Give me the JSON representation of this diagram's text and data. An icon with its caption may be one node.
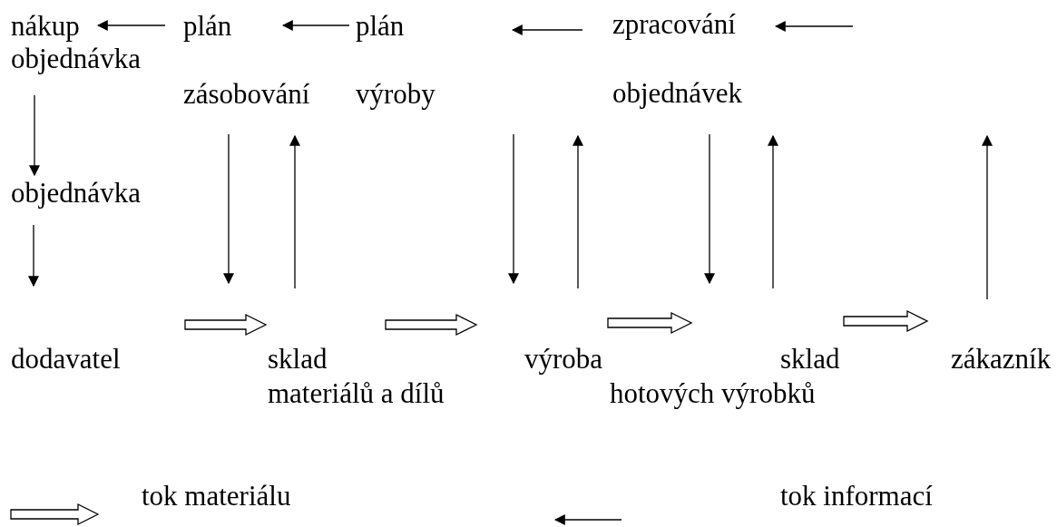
{
  "diagram": {
    "nodes": [
      {
        "text": [
          "nákup"
        ]
      },
      {
        "text": [
          "objednávka"
        ]
      },
      {
        "text": [
          "plán",
          "zásobování"
        ]
      },
      {
        "text": [
          "plán",
          "výroby"
        ]
      },
      {
        "text": [
          "zpracování",
          "objednávek"
        ]
      },
      {
        "text": [
          "objednávka"
        ]
      },
      {
        "text": [
          "dodavatel"
        ]
      },
      {
        "text": [
          "sklad",
          "materiálů a dílů"
        ]
      },
      {
        "text": [
          "výroba"
        ]
      },
      {
        "text": [
          "sklad",
          "hotových výrobků"
        ]
      },
      {
        "text": [
          "zákazník"
        ]
      }
    ],
    "edges": [
      {
        "from": 2,
        "to": 0,
        "arrow": "to"
      },
      {
        "from": 3,
        "to": 2,
        "arrow": "to"
      },
      {
        "from": 4,
        "to": 3,
        "arrow": "to"
      },
      {
        "from": null,
        "to": 4,
        "arrow": "to"
      },
      {
        "from": 1,
        "to": 5,
        "arrow": "to"
      },
      {
        "from": 5,
        "to": 6,
        "arrow": "to"
      },
      {
        "from": 2,
        "to": 7,
        "arrow": "to"
      },
      {
        "from": 7,
        "to": 2,
        "arrow": "to"
      },
      {
        "from": null,
        "to": 8,
        "arrow": "to"
      },
      {
        "from": 8,
        "to": 4,
        "arrow": "to"
      },
      {
        "from": 4,
        "to": 9,
        "arrow": "to"
      },
      {
        "from": 9,
        "to": 4,
        "arrow": "to"
      },
      {
        "from": 10,
        "to": null,
        "arrow": "to"
      },
      {
        "from": 6,
        "to": 7,
        "arrow": "to",
        "style": "thick"
      },
      {
        "from": 7,
        "to": 8,
        "arrow": "to",
        "style": "thick"
      },
      {
        "from": 8,
        "to": 9,
        "arrow": "to",
        "style": "thick"
      },
      {
        "from": 9,
        "to": 10,
        "arrow": "to",
        "style": "thick"
      }
    ],
    "legend": [
      {
        "text": "tok materiálu"
      },
      {
        "text": "tok informací"
      }
    ]
  }
}
